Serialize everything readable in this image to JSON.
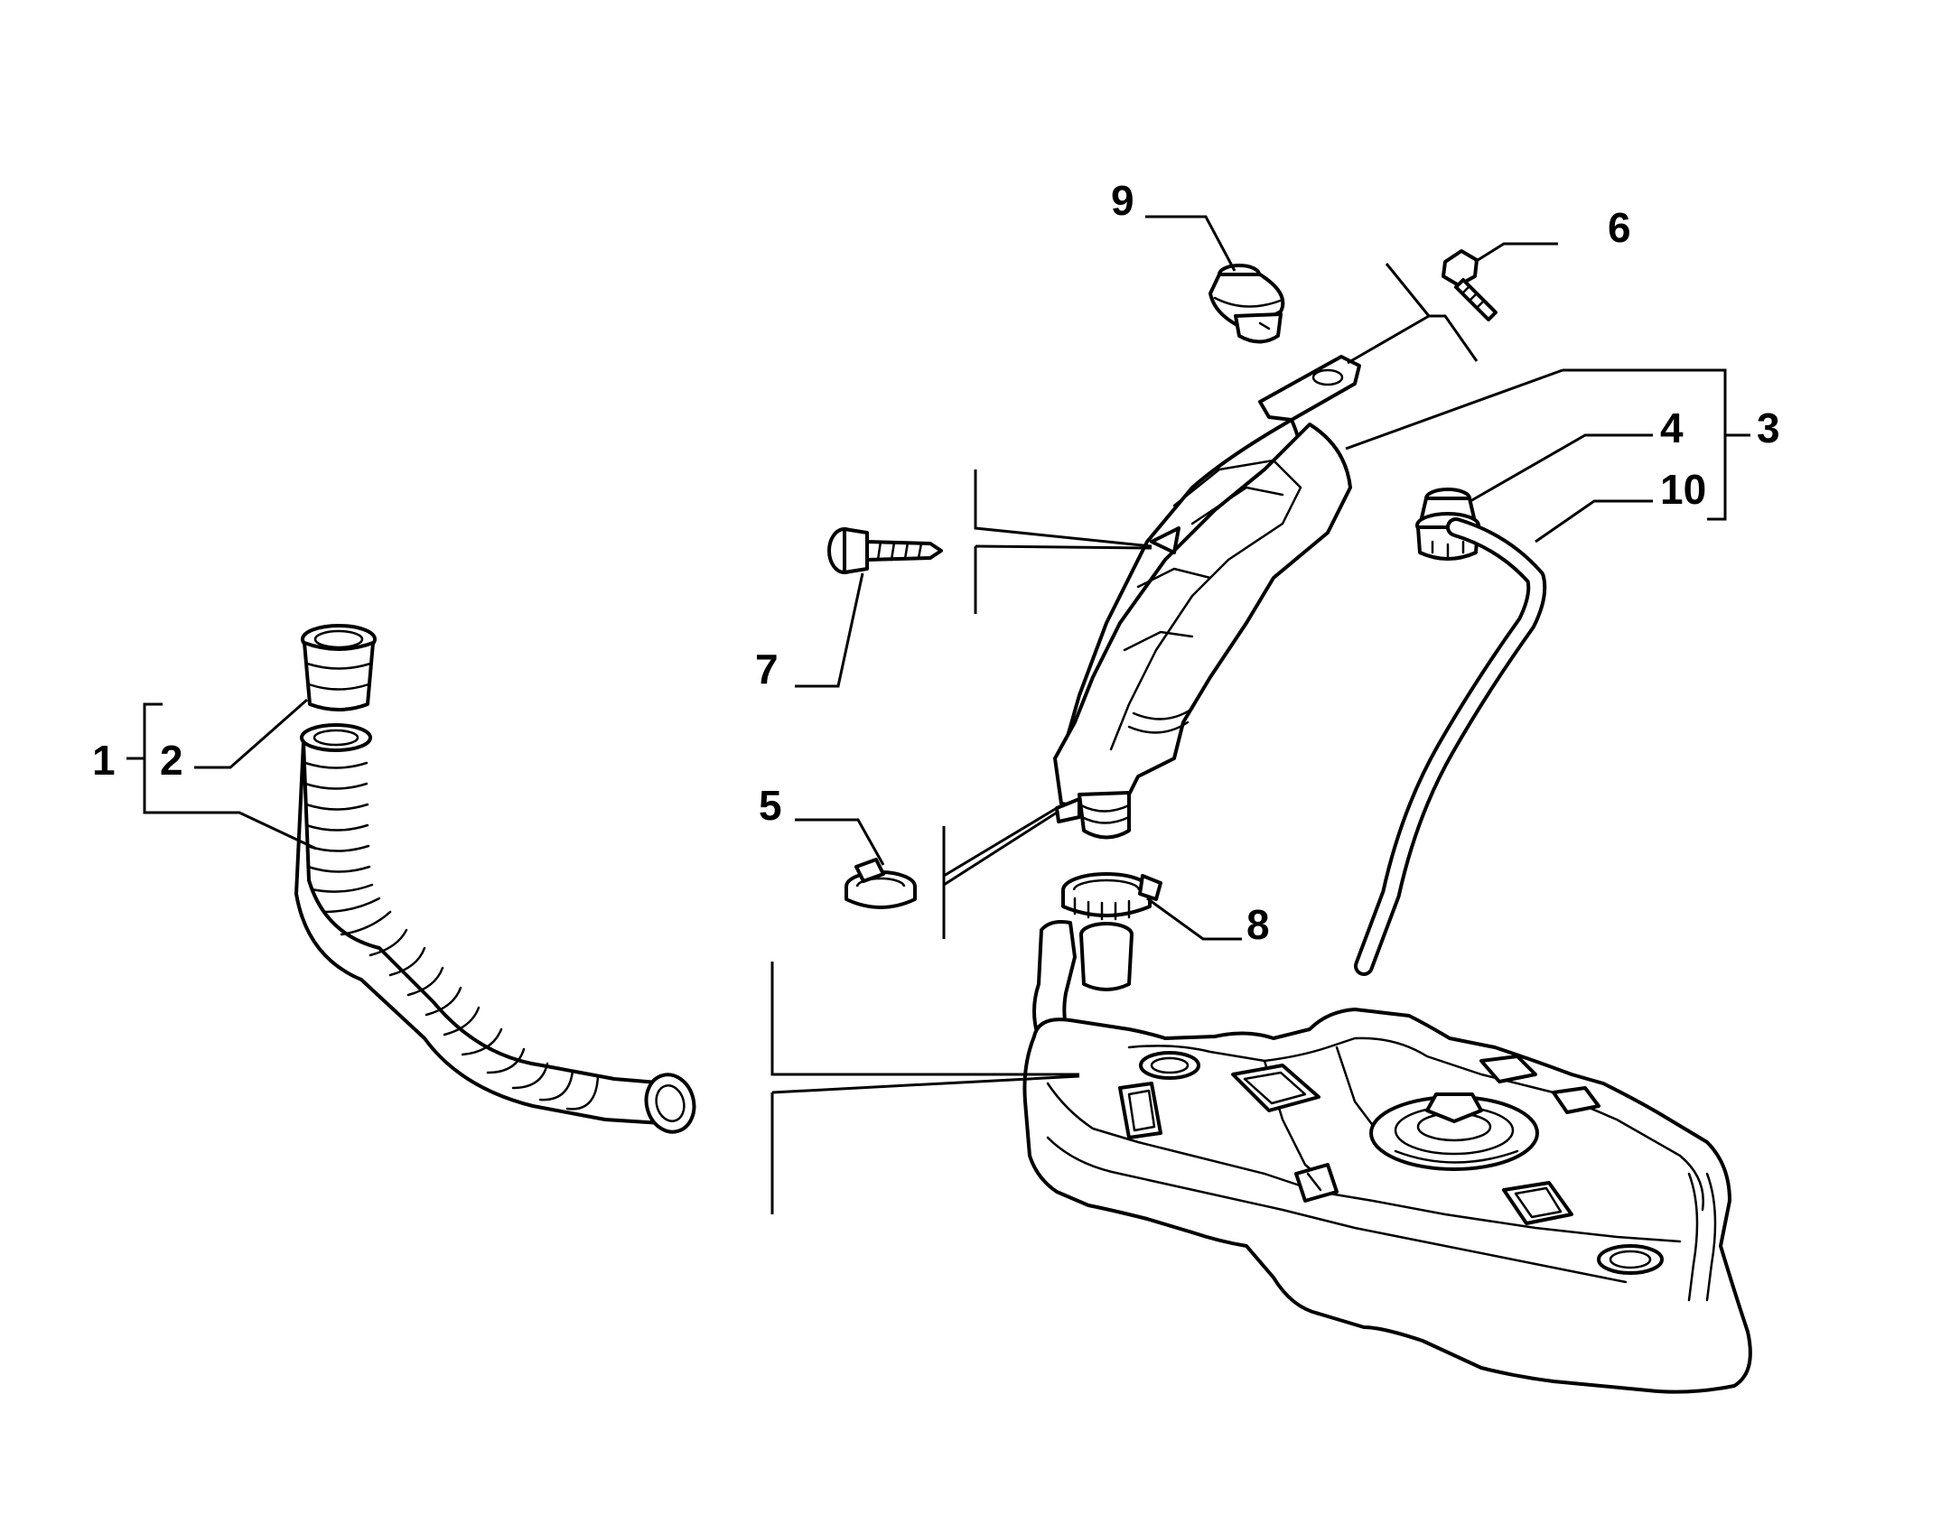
{
  "labels": {
    "l1": "1",
    "l2": "2",
    "l3": "3",
    "l4": "4",
    "l5": "5",
    "l6": "6",
    "l7": "7",
    "l8": "8",
    "l9": "9",
    "l10": "10"
  },
  "colors": {
    "ink": "#000000",
    "background": "#ffffff"
  }
}
